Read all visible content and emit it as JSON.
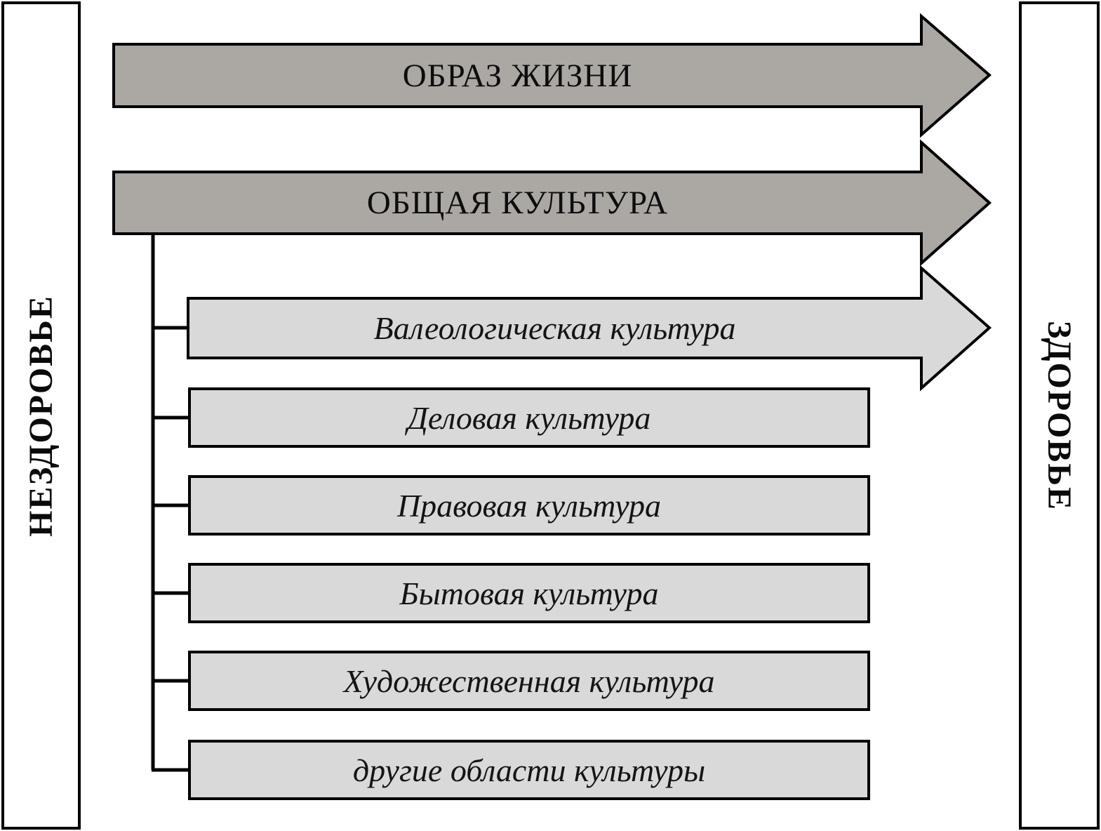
{
  "diagram": {
    "left_box": {
      "label": "НЕЗДОРОВЬЕ"
    },
    "right_box": {
      "label": "ЗДОРОВЬЕ"
    },
    "main_arrows": [
      {
        "label": "ОБРАЗ ЖИЗНИ"
      },
      {
        "label": "ОБЩАЯ КУЛЬТУРА"
      }
    ],
    "sub_arrow": {
      "label": "Валеологическая культура"
    },
    "sub_bars": [
      {
        "label": "Деловая культура"
      },
      {
        "label": "Правовая культура"
      },
      {
        "label": "Бытовая культура"
      },
      {
        "label": "Художественная культура"
      },
      {
        "label": "другие области культуры"
      }
    ],
    "colors": {
      "dark_bar": "#aba7a3",
      "light_bar": "#d9d9d9",
      "outline": "#000000"
    }
  }
}
